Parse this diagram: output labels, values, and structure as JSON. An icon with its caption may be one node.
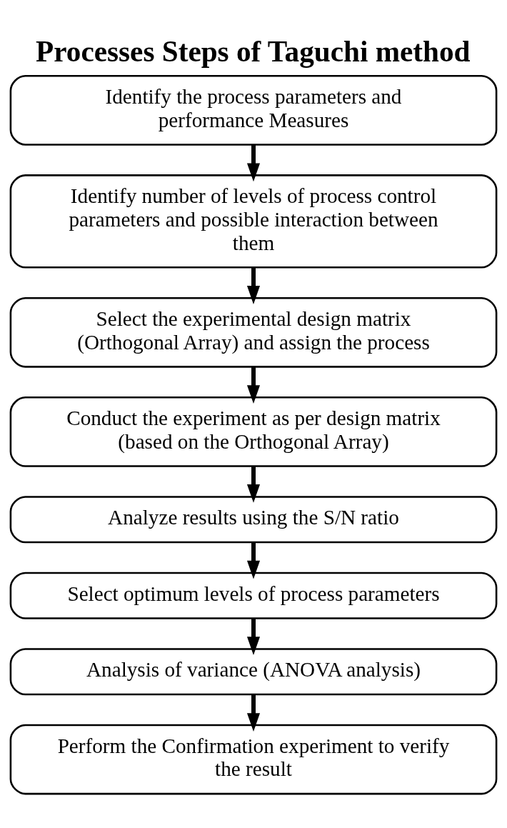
{
  "diagram": {
    "title": "Processes Steps of Taguchi method",
    "nodes": [
      {
        "text": [
          "Identify the process parameters and performance Measures"
        ]
      },
      {
        "text": [
          "Identify number of levels of process control parameters and possible interaction between them"
        ]
      },
      {
        "text": [
          "Select the experimental design matrix (Orthogonal Array) and assign the process"
        ]
      },
      {
        "text": [
          "Conduct the experiment as per design matrix (based on the Orthogonal Array)"
        ]
      },
      {
        "text": [
          "Analyze results using the S/N ratio"
        ]
      },
      {
        "text": [
          "Select optimum levels of process parameters"
        ]
      },
      {
        "text": [
          "Analysis of variance (ANOVA analysis)"
        ]
      },
      {
        "text": [
          "Perform the Confirmation experiment to verify the result"
        ]
      }
    ],
    "edges": [
      {
        "from": 0,
        "to": 1,
        "arrow": "to"
      },
      {
        "from": 1,
        "to": 2,
        "arrow": "to"
      },
      {
        "from": 2,
        "to": 3,
        "arrow": "to"
      },
      {
        "from": 3,
        "to": 4,
        "arrow": "to"
      },
      {
        "from": 4,
        "to": 5,
        "arrow": "to"
      },
      {
        "from": 5,
        "to": 6,
        "arrow": "to"
      },
      {
        "from": 6,
        "to": 7,
        "arrow": "to"
      }
    ]
  }
}
